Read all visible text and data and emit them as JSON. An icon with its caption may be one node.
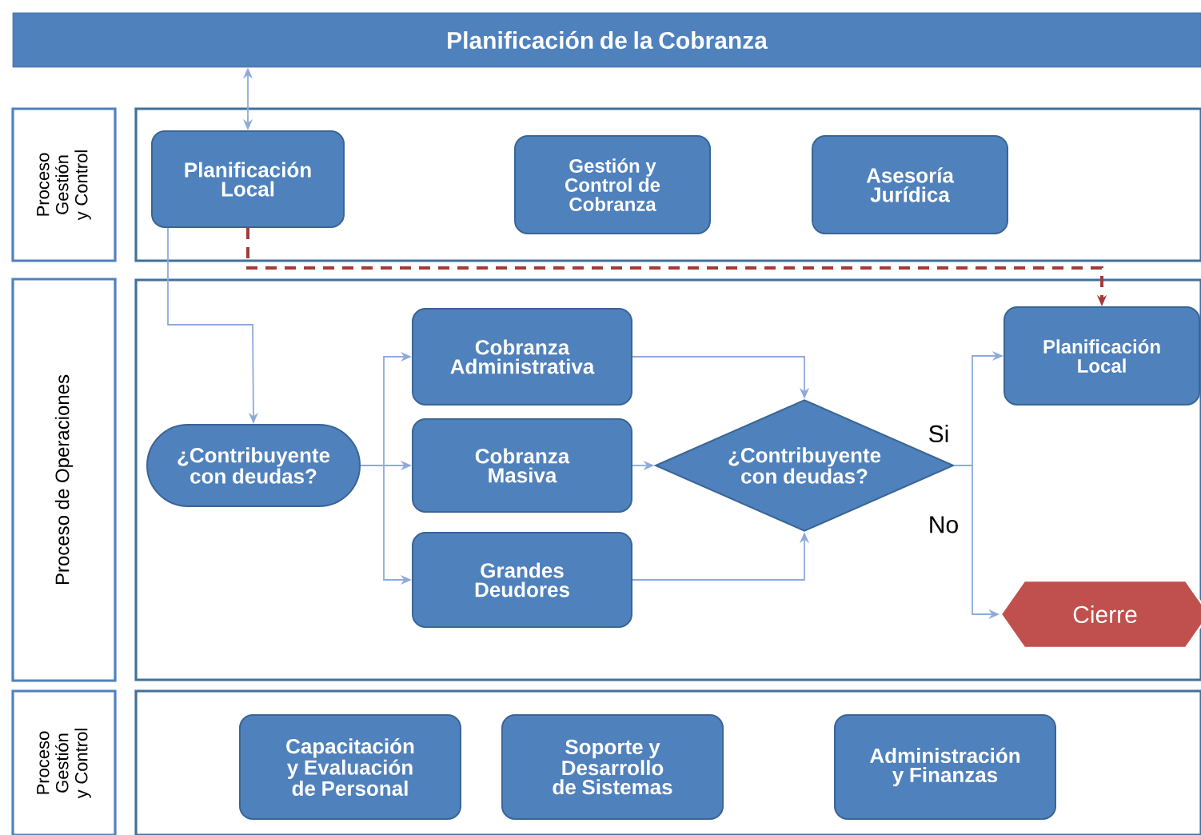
{
  "diagram": {
    "nodes": [
      {
        "text": [
          "Planificación de la Cobranza"
        ]
      },
      {
        "text": [
          "Proceso Gestión y Control"
        ]
      },
      {
        "text": [],
        "shape": "box"
      },
      {
        "text": [
          "Planificación Local"
        ],
        "in": 2
      },
      {
        "text": [
          "Gestión y Control de Cobranza"
        ],
        "in": 2
      },
      {
        "text": [
          "Asesoría Jurídica"
        ],
        "in": 2
      },
      {
        "text": [
          "Proceso de Operaciones"
        ]
      },
      {
        "text": [],
        "shape": "box"
      },
      {
        "text": [
          "¿Contribuyente con deudas?"
        ],
        "in": 7
      },
      {
        "text": [
          "Cobranza Administrativa"
        ],
        "in": 7
      },
      {
        "text": [
          "Cobranza Masiva"
        ],
        "in": 7
      },
      {
        "text": [
          "Grandes Deudores"
        ],
        "in": 7
      },
      {
        "text": [
          "¿Contribuyente con deudas?"
        ],
        "in": 7
      },
      {
        "text": [
          "Planificación Local"
        ],
        "in": 7
      },
      {
        "text": [
          "Cierre"
        ],
        "in": 7
      },
      {
        "text": [
          "Proceso Gestión y Control"
        ]
      },
      {
        "text": [],
        "shape": "box"
      },
      {
        "text": [
          "Capacitación y Evaluación de Personal"
        ],
        "in": 16
      },
      {
        "text": [
          "Soporte y Desarrollo de Sistemas"
        ],
        "in": 16
      },
      {
        "text": [
          "Administración y Finanzas"
        ],
        "in": 16
      }
    ],
    "edges": [
      {
        "from": 0,
        "to": 3,
        "arrow": "both"
      },
      {
        "from": 3,
        "to": 8,
        "arrow": "to"
      },
      {
        "from": 3,
        "to": 13,
        "arrow": "to",
        "style": "dashed",
        "color": "#a33b3b"
      },
      {
        "from": 8,
        "to": 9,
        "arrow": "to"
      },
      {
        "from": 8,
        "to": 10,
        "arrow": "to"
      },
      {
        "from": 8,
        "to": 11,
        "arrow": "to"
      },
      {
        "from": 9,
        "to": 12,
        "arrow": "to"
      },
      {
        "from": 10,
        "to": 12,
        "arrow": "to"
      },
      {
        "from": 11,
        "to": 12,
        "arrow": "to"
      },
      {
        "from": 12,
        "to": 13,
        "arrow": "to",
        "label": "Si"
      },
      {
        "from": 12,
        "to": 14,
        "arrow": "to",
        "label": "No"
      }
    ]
  }
}
